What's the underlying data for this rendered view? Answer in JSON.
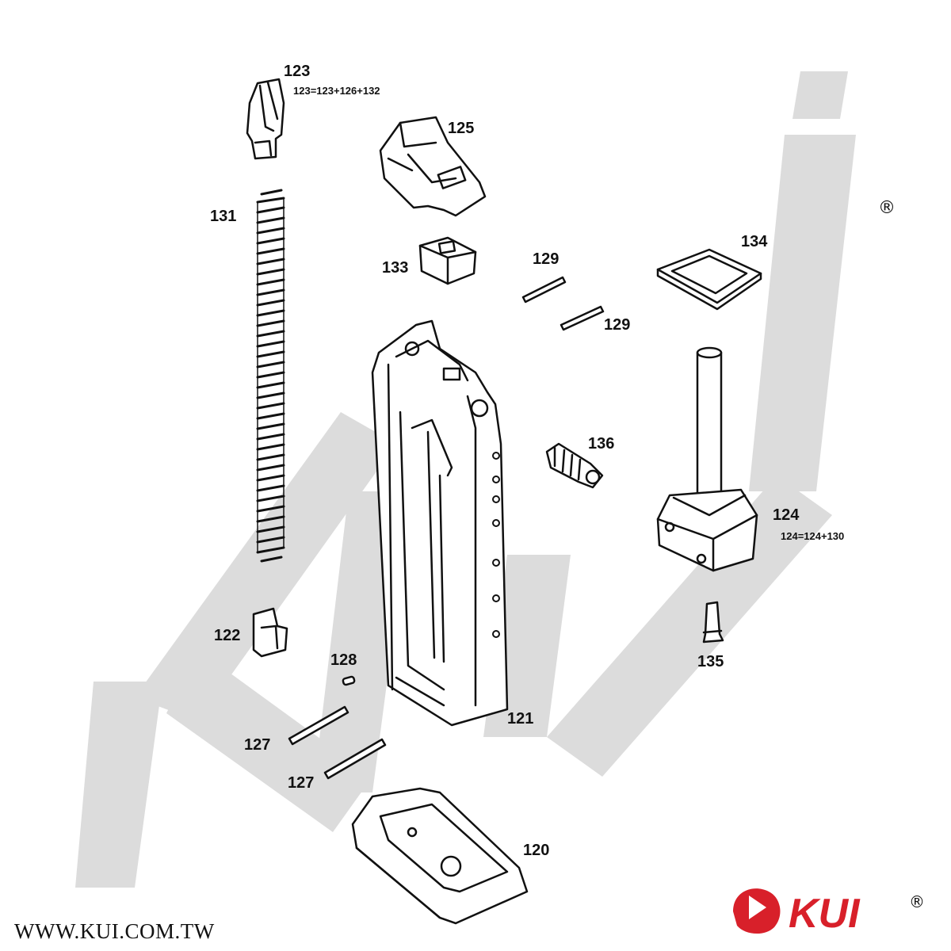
{
  "watermark": {
    "text": "KUI",
    "color": "#d4d4d4"
  },
  "brand": {
    "logo_text": "KUI",
    "logo_color": "#d8202a",
    "registered_mark": "®"
  },
  "footer": {
    "website": "WWW.KUI.COM.TW"
  },
  "colors": {
    "line": "#111111",
    "accent": "#d8202a"
  },
  "parts": [
    {
      "id": "120",
      "label": "120"
    },
    {
      "id": "121",
      "label": "121"
    },
    {
      "id": "122",
      "label": "122"
    },
    {
      "id": "123",
      "label": "123",
      "note": "123=123+126+132"
    },
    {
      "id": "124",
      "label": "124",
      "note": "124=124+130"
    },
    {
      "id": "125",
      "label": "125"
    },
    {
      "id": "127a",
      "label": "127"
    },
    {
      "id": "127b",
      "label": "127"
    },
    {
      "id": "128",
      "label": "128"
    },
    {
      "id": "129a",
      "label": "129"
    },
    {
      "id": "129b",
      "label": "129"
    },
    {
      "id": "131",
      "label": "131"
    },
    {
      "id": "133",
      "label": "133"
    },
    {
      "id": "134",
      "label": "134"
    },
    {
      "id": "135",
      "label": "135"
    },
    {
      "id": "136",
      "label": "136"
    }
  ]
}
